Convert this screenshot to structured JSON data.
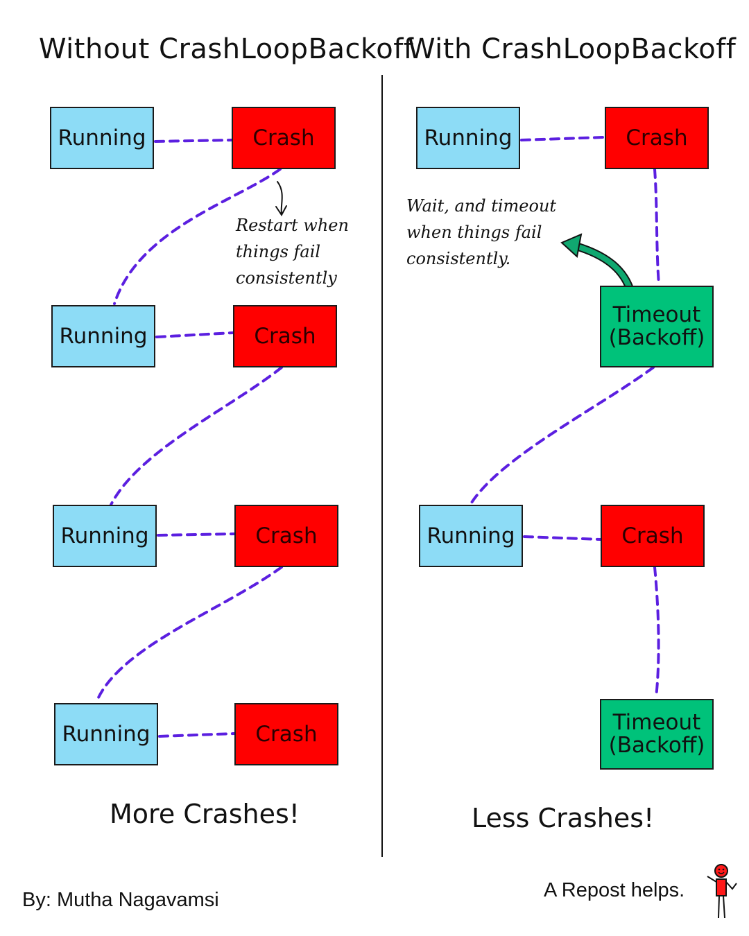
{
  "colors": {
    "running": "#8ddcf6",
    "crash": "#ff0000",
    "timeout": "#00c27a",
    "connector": "#5b1fe0",
    "annotation_arrow": "#10a870",
    "crash_text": "#2a0000"
  },
  "left": {
    "title": "Without CrashLoopBackoff",
    "running_label": "Running",
    "crash_label": "Crash",
    "note": "Restart when\nthings fail\nconsistently",
    "footer": "More Crashes!"
  },
  "right": {
    "title": "With CrashLoopBackoff",
    "running_label": "Running",
    "crash_label": "Crash",
    "timeout_label": "Timeout\n(Backoff)",
    "note": "Wait, and timeout\nwhen things fail\nconsistently.",
    "footer": "Less Crashes!"
  },
  "credit": "By: Mutha Nagavamsi",
  "repost": "A Repost helps."
}
